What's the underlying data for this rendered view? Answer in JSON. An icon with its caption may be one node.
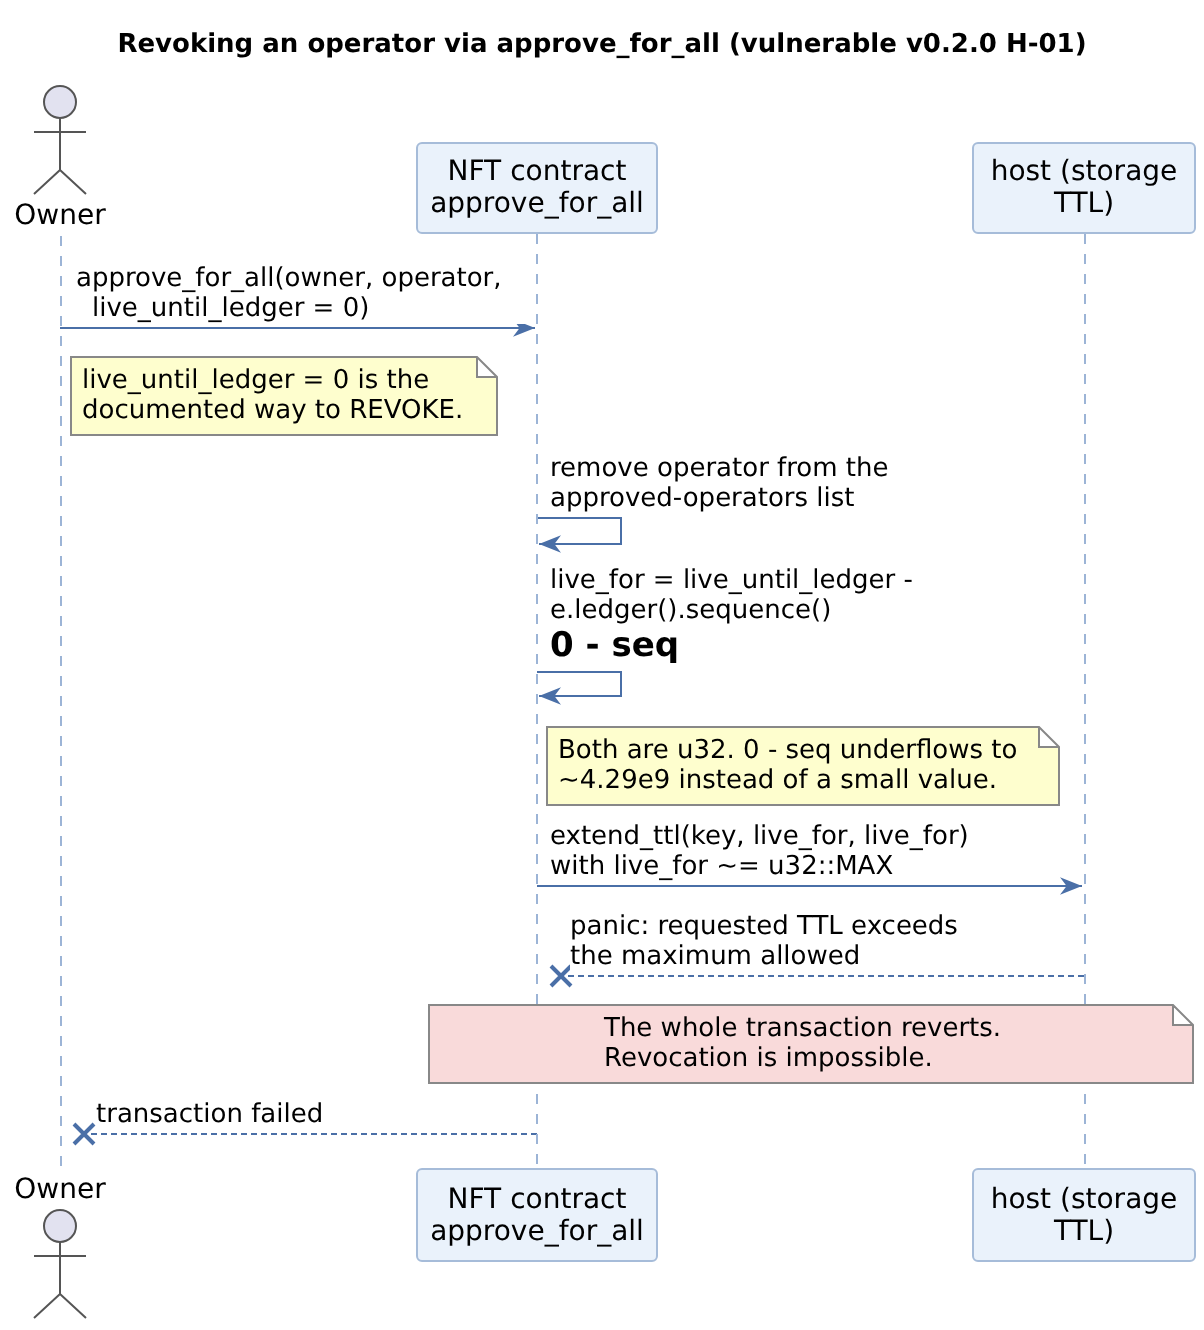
{
  "diagram": {
    "title": "Revoking an operator via approve_for_all (vulnerable v0.2.0 H-01)",
    "nodes": [
      {
        "text": [
          "Owner",
          "Owner"
        ]
      },
      {
        "text": [
          "NFT contract approve_for_all",
          "NFT contract approve_for_all"
        ]
      },
      {
        "text": [
          "host (storage TTL)",
          "host (storage TTL)"
        ]
      },
      {
        "text": [
          "live_until_ledger = 0 is the documented way to REVOKE."
        ]
      },
      {
        "text": [
          "Both are u32. 0 - seq underflows to ~4.29e9 instead of a small value."
        ]
      },
      {
        "text": [
          "The whole transaction reverts. Revocation is impossible."
        ]
      }
    ],
    "edges": [
      {
        "from": 0,
        "to": 1,
        "arrow": "to",
        "label": "approve_for_all(owner, operator, live_until_ledger = 0)"
      },
      {
        "from": 1,
        "to": 1,
        "arrow": "to",
        "label": "remove operator from the approved-operators list"
      },
      {
        "from": 1,
        "to": 1,
        "arrow": "to",
        "label": "live_for = live_until_ledger - e.ledger().sequence() **0 - seq**"
      },
      {
        "from": 1,
        "to": 2,
        "arrow": "to",
        "label": "extend_ttl(key, live_for, live_for) with live_for ~= u32::MAX"
      },
      {
        "from": 2,
        "to": 1,
        "arrow": "other",
        "label": "panic: requested TTL exceeds the maximum allowed",
        "style": "dashed"
      },
      {
        "from": 1,
        "to": 0,
        "arrow": "other",
        "label": "transaction failed",
        "style": "dashed"
      }
    ]
  }
}
